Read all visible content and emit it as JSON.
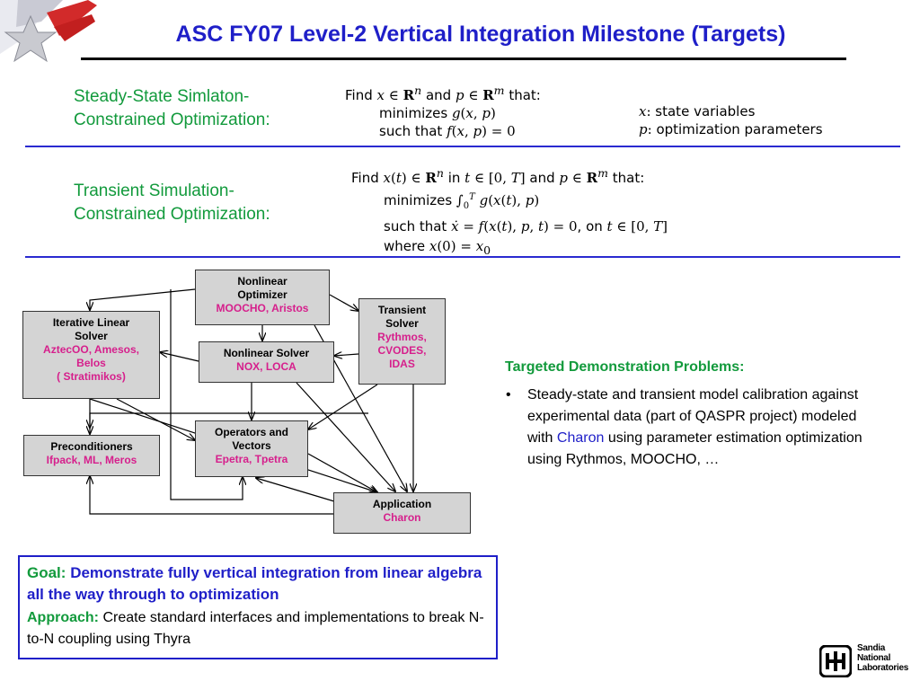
{
  "title": "ASC FY07 Level-2 Vertical Integration Milestone (Targets)",
  "steady": {
    "label_line1": "Steady-State Simlaton-",
    "label_line2": "Constrained Optimization:",
    "find": "Find",
    "and": "and",
    "that": "that:",
    "minimizes": "minimizes",
    "such_that": "such that",
    "x_desc": "state variables",
    "p_desc": "optimization parameters"
  },
  "transient": {
    "label_line1": "Transient Simulation-",
    "label_line2": "Constrained Optimization:",
    "find": "Find",
    "in": "in",
    "and": "and",
    "that": "that:",
    "minimizes": "minimizes",
    "such_that": "such that",
    "on": ", on",
    "where": "where"
  },
  "diagram": {
    "nonlinear_optimizer": {
      "line1": "Nonlinear",
      "line2": "Optimizer",
      "impl": "MOOCHO, Aristos"
    },
    "iterative_linear_solver": {
      "line1": "Iterative Linear",
      "line2": "Solver",
      "impl1": "AztecOO, Amesos,",
      "impl2": "Belos",
      "impl3": "( Stratimikos)"
    },
    "nonlinear_solver": {
      "line1": "Nonlinear Solver",
      "impl": "NOX, LOCA"
    },
    "transient_solver": {
      "line1": "Transient",
      "line2": "Solver",
      "impl1": "Rythmos,",
      "impl2": "CVODES,",
      "impl3": "IDAS"
    },
    "preconditioners": {
      "line1": "Preconditioners",
      "impl": "Ifpack, ML, Meros"
    },
    "operators_vectors": {
      "line1": "Operators and",
      "line2": "Vectors",
      "impl": "Epetra, Tpetra"
    },
    "application": {
      "line1": "Application",
      "impl": "Charon"
    }
  },
  "targeted": {
    "title": "Targeted Demonstration Problems:",
    "bullet": "•",
    "text_before": "Steady-state and transient model calibration against experimental data (part of QASPR project) modeled with",
    "charon": "Charon",
    "text_after": "using parameter estimation optimization using Rythmos, MOOCHO, …"
  },
  "goal": {
    "goal_label": "Goal:",
    "goal_text": "Demonstrate fully vertical integration from linear algebra all the way through to optimization",
    "approach_label": "Approach:",
    "approach_text": "Create standard interfaces and implementations to break N-to-N coupling using Thyra"
  },
  "logo": {
    "line1": "Sandia",
    "line2": "National",
    "line3": "Laboratories"
  },
  "colors": {
    "title_blue": "#1f1fc8",
    "label_green": "#129a3c",
    "impl_pink": "#d61f8c",
    "node_gray": "#d4d4d4"
  }
}
